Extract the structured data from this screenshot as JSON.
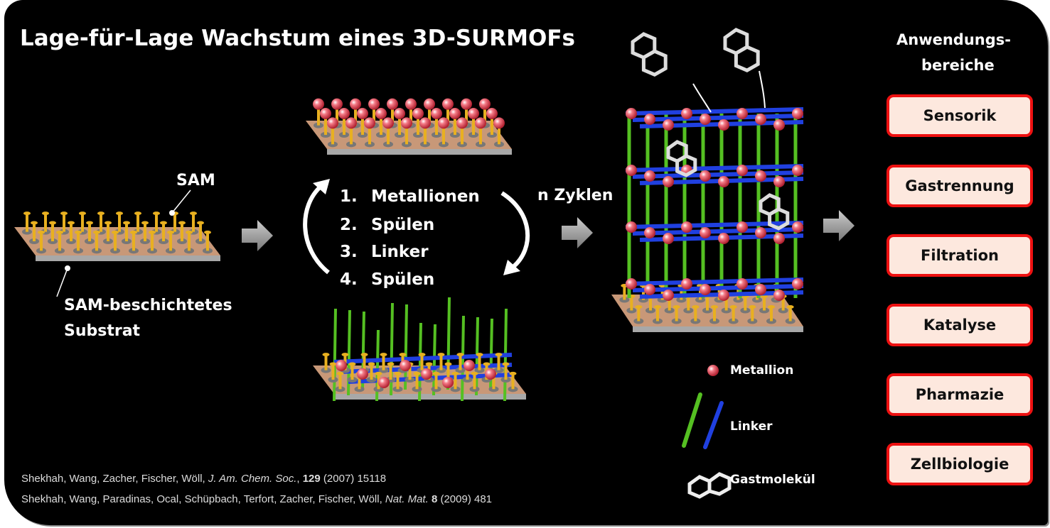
{
  "title": "Lage-für-Lage Wachstum eines 3D-SURMOFs",
  "labels": {
    "sam": "SAM",
    "substrate_line1": "SAM-beschichtetes",
    "substrate_line2": "Substrat",
    "cycles": "n Zyklen",
    "applications_line1": "Anwendungs-",
    "applications_line2": "bereiche"
  },
  "steps": [
    {
      "num": "1.",
      "label": "Metallionen"
    },
    {
      "num": "2.",
      "label": "Spülen"
    },
    {
      "num": "3.",
      "label": "Linker"
    },
    {
      "num": "4.",
      "label": "Spülen"
    }
  ],
  "legend": [
    {
      "label": "Metallion",
      "icon": "metal-ion-sphere"
    },
    {
      "label": "Linker",
      "icon": "linker-rods"
    },
    {
      "label": "Gastmolekül",
      "icon": "guest-molecule"
    }
  ],
  "applications": [
    "Sensorik",
    "Gastrennung",
    "Filtration",
    "Katalyse",
    "Pharmazie",
    "Zellbiologie"
  ],
  "citations": [
    {
      "authors": "Shekhah, Wang, Zacher,  Fischer, Wöll, ",
      "journal": "J. Am. Chem. Soc.",
      "sep": ", ",
      "volume": "129",
      "rest": " (2007) 15118"
    },
    {
      "authors": "Shekhah, Wang, Paradinas, Ocal, Schüpbach, Terfort, Zacher, Fischer, Wöll, ",
      "journal": "Nat. Mat.",
      "sep": " ",
      "volume": "8",
      "rest": " (2009) 481"
    }
  ],
  "colors": {
    "background": "#000000",
    "box_fill": "#fde8de",
    "box_border": "#ee1111",
    "metal": "#f06070",
    "linker_green": "#55c022",
    "linker_blue": "#2040e0",
    "pin": "#e8b020",
    "substrate": "#c89878"
  }
}
